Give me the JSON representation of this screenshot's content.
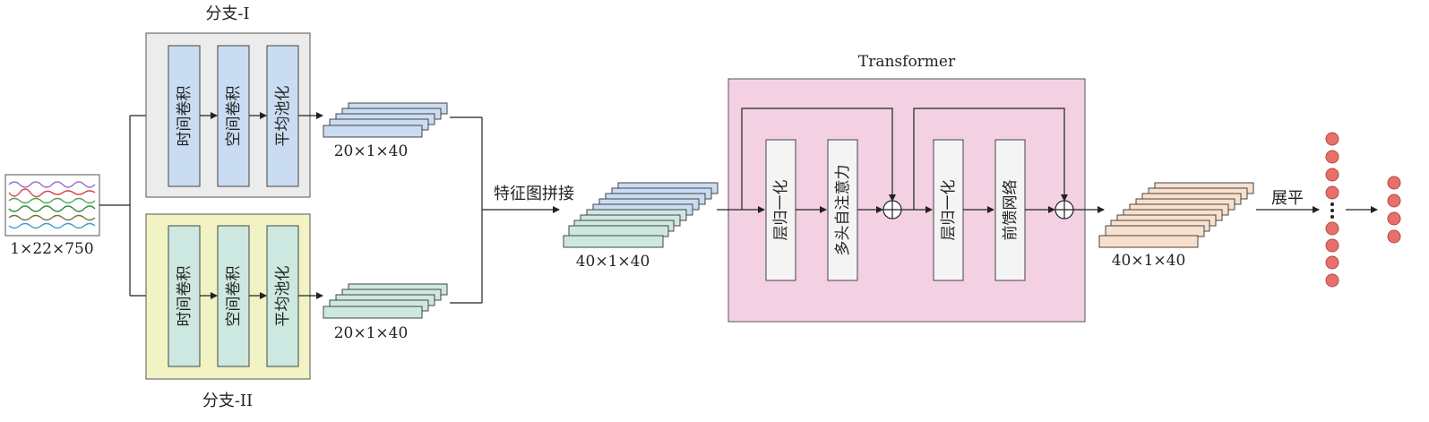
{
  "input": {
    "dim_label": "1×22×750"
  },
  "branch1": {
    "title": "分支-I",
    "blocks": [
      "时间卷积",
      "空间卷积",
      "平均池化"
    ],
    "output_label": "20×1×40"
  },
  "branch2": {
    "title": "分支-II",
    "blocks": [
      "时间卷积",
      "空间卷积",
      "平均池化"
    ],
    "output_label": "20×1×40"
  },
  "concat": {
    "label": "特征图拼接",
    "output_label": "40×1×40"
  },
  "transformer": {
    "title": "Transformer",
    "blocks": [
      "层归一化",
      "多头自注意力",
      "层归一化",
      "前馈网络"
    ]
  },
  "transformer_output": {
    "dim_label": "40×1×40"
  },
  "flatten": {
    "label": "展平"
  },
  "colors": {
    "branch1_bg": "#ececec",
    "branch2_bg": "#f1f3c4",
    "branch1_block": "#c9dcf2",
    "branch2_block": "#cde8e0",
    "transformer_bg": "#f3d1e3",
    "transformer_block": "#f4f4f4",
    "neuron": "#e8706a",
    "out_layers": "#f9e0cc"
  }
}
